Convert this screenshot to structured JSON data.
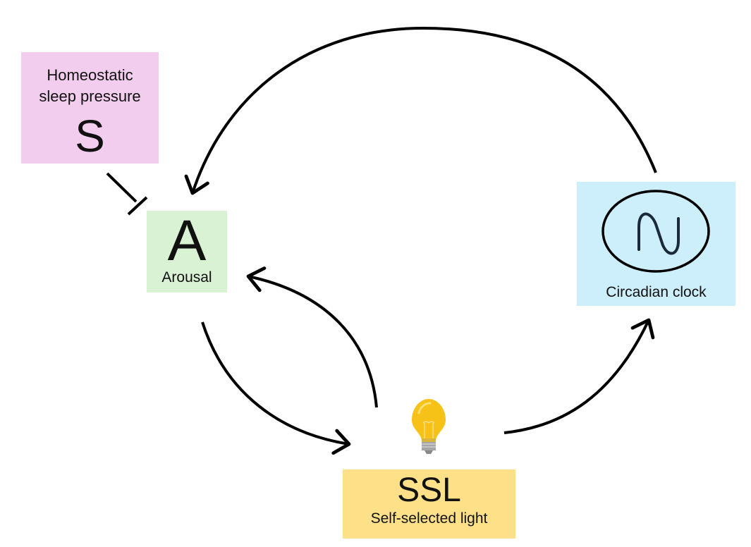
{
  "nodes": {
    "sleep_pressure": {
      "label": "Homeostatic sleep pressure",
      "label_line1": "Homeostatic",
      "label_line2": "sleep pressure",
      "symbol": "S",
      "color": "#f2cdee"
    },
    "arousal": {
      "symbol": "A",
      "label": "Arousal",
      "color": "#d9f2d3"
    },
    "circadian_clock": {
      "label": "Circadian clock",
      "icon": "sine-wave-in-circle-icon",
      "color": "#cdeefb"
    },
    "ssl": {
      "symbol": "SSL",
      "label": "Self-selected light",
      "icon": "light-bulb-icon",
      "color": "#fde088"
    }
  },
  "edges": [
    {
      "from": "sleep_pressure",
      "to": "arousal",
      "type": "inhibition"
    },
    {
      "from": "circadian_clock",
      "to": "arousal",
      "type": "activation"
    },
    {
      "from": "arousal",
      "to": "ssl",
      "type": "activation"
    },
    {
      "from": "ssl",
      "to": "arousal",
      "type": "activation"
    },
    {
      "from": "ssl",
      "to": "circadian_clock",
      "type": "activation"
    }
  ]
}
